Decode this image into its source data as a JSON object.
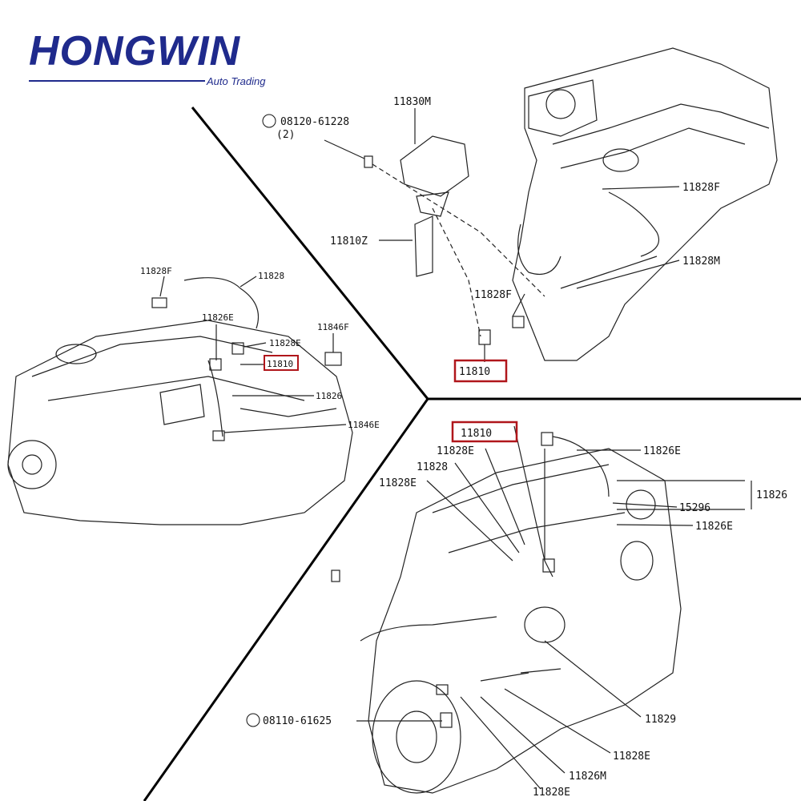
{
  "brand": {
    "name": "HONGWIN",
    "subtitle": "Auto Trading",
    "color": "#1f2a8c"
  },
  "highlight_color": "#b0161b",
  "panels": {
    "top_right": {
      "labels": [
        "11830M",
        "08120-61228",
        "(2)",
        "11828F",
        "11810Z",
        "11828M",
        "11828F",
        "11810"
      ],
      "highlighted": "11810"
    },
    "left": {
      "labels": [
        "11828F",
        "11828",
        "11826E",
        "11828E",
        "11846F",
        "11810",
        "11826",
        "11846E"
      ],
      "highlighted": "11810"
    },
    "bottom_right": {
      "labels": [
        "11810",
        "11828E",
        "11828",
        "11828E",
        "11826E",
        "11826",
        "15296",
        "11826E",
        "08110-61625",
        "11829",
        "11828E",
        "11826M",
        "11828E"
      ],
      "highlighted": "11810"
    }
  }
}
